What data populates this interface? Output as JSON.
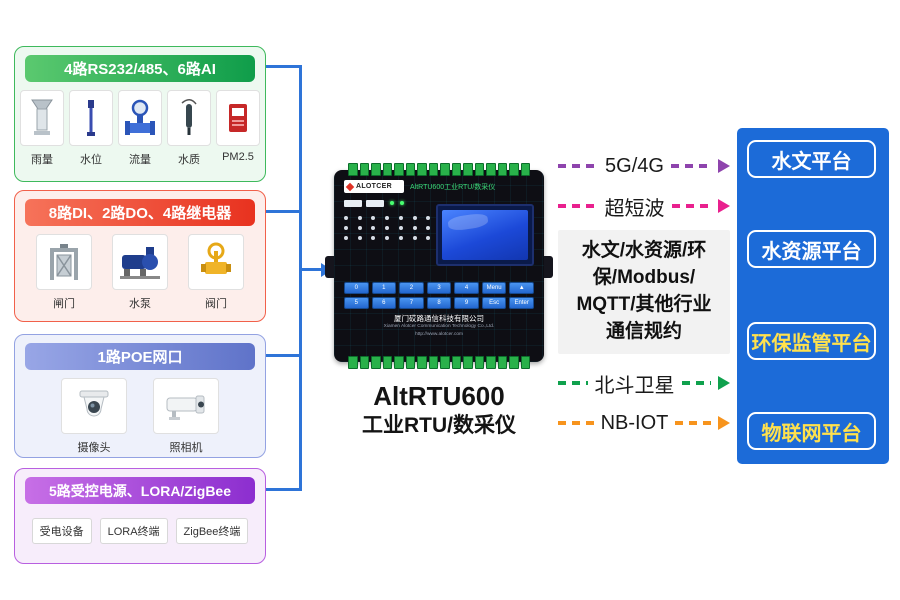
{
  "left_groups": [
    {
      "title": "4路RS232/485、6路AI",
      "items": [
        "雨量",
        "水位",
        "流量",
        "水质",
        "PM2.5"
      ]
    },
    {
      "title": "8路DI、2路DO、4路继电器",
      "items": [
        "闸门",
        "水泵",
        "阀门"
      ]
    },
    {
      "title": "1路POE网口",
      "items": [
        "摄像头",
        "照相机"
      ]
    },
    {
      "title": "5路受控电源、LORA/ZigBee",
      "items": [
        "受电设备",
        "LORA终端",
        "ZigBee终端"
      ]
    }
  ],
  "device": {
    "brand": "ALOTCER",
    "model_banner": "AltRTU600工业RTU/数采仪",
    "keys_row1": [
      "0",
      "1",
      "2",
      "3",
      "4",
      "Menu",
      "▲"
    ],
    "keys_row2": [
      "5",
      "6",
      "7",
      "8",
      "9",
      "Esc",
      "Enter"
    ],
    "company_cn": "厦门砹路通信科技有限公司",
    "company_en": "Xiamen Alotcer Communication Technology Co.,Ltd.",
    "website": "http://www.alotcer.com",
    "caption_model": "AltRTU600",
    "caption_type": "工业RTU/数采仪"
  },
  "links": [
    {
      "label": "5G/4G",
      "color": "#8e44ad"
    },
    {
      "label": "超短波",
      "color": "#e9208e"
    },
    {
      "label": "北斗卫星",
      "color": "#0fa14d"
    },
    {
      "label": "NB-IOT",
      "color": "#f7941d"
    }
  ],
  "protocol_box": {
    "lines": [
      "水文/水资源/环",
      "保/Modbus/",
      "MQTT/其他行业",
      "通信规约"
    ]
  },
  "platforms": [
    {
      "label": "水文平台",
      "text_color": "#ffffff"
    },
    {
      "label": "水资源平台",
      "text_color": "#ffffff"
    },
    {
      "label": "环保监管平台",
      "text_color": "#ffe14d"
    },
    {
      "label": "物联网平台",
      "text_color": "#ffe14d"
    }
  ],
  "colors": {
    "connector_blue": "#2e74d8",
    "panel_blue": "#1c6bd8"
  }
}
